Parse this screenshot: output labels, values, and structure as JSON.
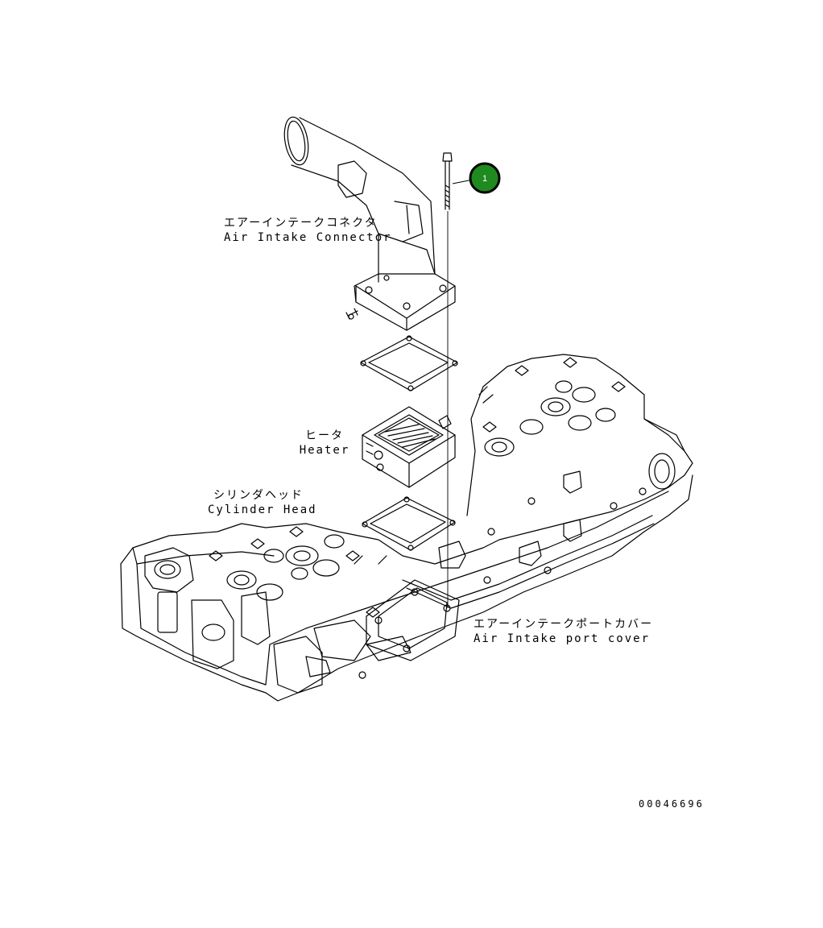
{
  "labels": {
    "connector_jp": "エアーインテークコネクタ",
    "connector_en": "Air Intake Connector",
    "heater_jp": "ヒータ",
    "heater_en": "Heater",
    "head_jp": "シリンダヘッド",
    "head_en": "Cylinder Head",
    "cover_jp": "エアーインテークポートカバー",
    "cover_en": "Air Intake port cover"
  },
  "callout": {
    "number": "1",
    "color": "#1f8a1f"
  },
  "drawing_number": "00046696"
}
